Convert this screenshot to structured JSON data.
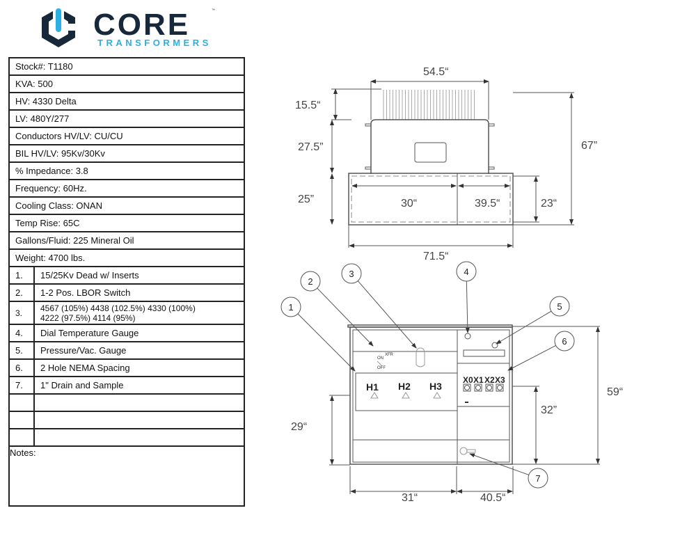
{
  "brand": {
    "name": "CORE",
    "sub": "TRANSFORMERS",
    "tm": "™",
    "colors": {
      "dark": "#17283a",
      "accent": "#2ab0e4"
    }
  },
  "specs": [
    "Stock#: T1180",
    "KVA: 500",
    "HV: 4330 Delta",
    "LV: 480Y/277",
    "Conductors HV/LV: CU/CU",
    "BIL HV/LV: 95Kv/30Kv",
    "% Impedance: 3.8",
    "Frequency: 60Hz.",
    "Cooling Class: ONAN",
    "Temp Rise: 65C",
    "Gallons/Fluid: 225 Mineral Oil",
    "Weight: 4700 lbs."
  ],
  "items": [
    {
      "n": "1.",
      "t": "15/25Kv Dead w/ Inserts"
    },
    {
      "n": "2.",
      "t": "1-2 Pos. LBOR Switch"
    },
    {
      "n": "3.",
      "t": "4567 (105%) 4438 (102.5%) 4330 (100%)",
      "t2": "4222 (97.5%) 4114 (95%)"
    },
    {
      "n": "4.",
      "t": "Dial Temperature Gauge"
    },
    {
      "n": "5.",
      "t": "Pressure/Vac. Gauge"
    },
    {
      "n": "6.",
      "t": "2 Hole NEMA Spacing"
    },
    {
      "n": "7.",
      "t": "1\" Drain and Sample"
    }
  ],
  "notes_label": "Notes:",
  "top_view": {
    "width_top": "54.5“",
    "fin_height": "15.5“",
    "tank_height": "27.5”",
    "base_height": "25”",
    "left_comp": "30“",
    "right_comp": "39.5“",
    "comp_height": "23“",
    "total_height": "67”",
    "total_width": "71.5“"
  },
  "front_view": {
    "switch_on": "ON",
    "switch_xfr": "XFR",
    "switch_off": "OFF",
    "hv": [
      "H1",
      "H2",
      "H3"
    ],
    "lv": [
      "X0",
      "X1",
      "X2",
      "X3"
    ],
    "callouts": [
      "1",
      "2",
      "3",
      "4",
      "5",
      "6",
      "7"
    ],
    "height": "59“",
    "lv_height": "32”",
    "hv_height": "29“",
    "left_width": "31“",
    "right_width": "40.5“"
  }
}
